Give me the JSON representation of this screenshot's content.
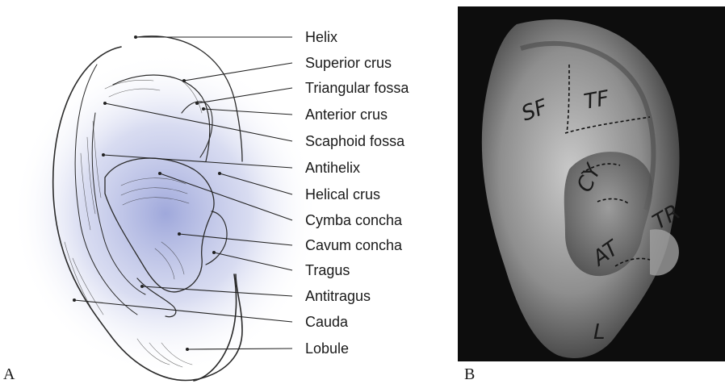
{
  "panels": {
    "a_letter": "A",
    "b_letter": "B"
  },
  "labels": [
    {
      "id": "helix",
      "text": "Helix"
    },
    {
      "id": "superior-crus",
      "text": "Superior crus"
    },
    {
      "id": "triangular-fossa",
      "text": "Triangular fossa"
    },
    {
      "id": "anterior-crus",
      "text": "Anterior crus"
    },
    {
      "id": "scaphoid-fossa",
      "text": "Scaphoid fossa"
    },
    {
      "id": "antihelix",
      "text": "Antihelix"
    },
    {
      "id": "helical-crus",
      "text": "Helical crus"
    },
    {
      "id": "cymba-concha",
      "text": "Cymba concha"
    },
    {
      "id": "cavum-concha",
      "text": "Cavum concha"
    },
    {
      "id": "tragus",
      "text": "Tragus"
    },
    {
      "id": "antitragus",
      "text": "Antitragus"
    },
    {
      "id": "cauda",
      "text": "Cauda"
    },
    {
      "id": "lobule",
      "text": "Lobule"
    }
  ],
  "photo_marks": {
    "sf": "SF",
    "tf": "TF",
    "cy": "CY",
    "at": "AT",
    "tr": "TR",
    "l": "L"
  },
  "colors": {
    "shade": "#8c97d4",
    "photo_bg": "#0d0d0d",
    "skin_light": "#b9b9b9",
    "skin_mid": "#7a7a7a"
  }
}
